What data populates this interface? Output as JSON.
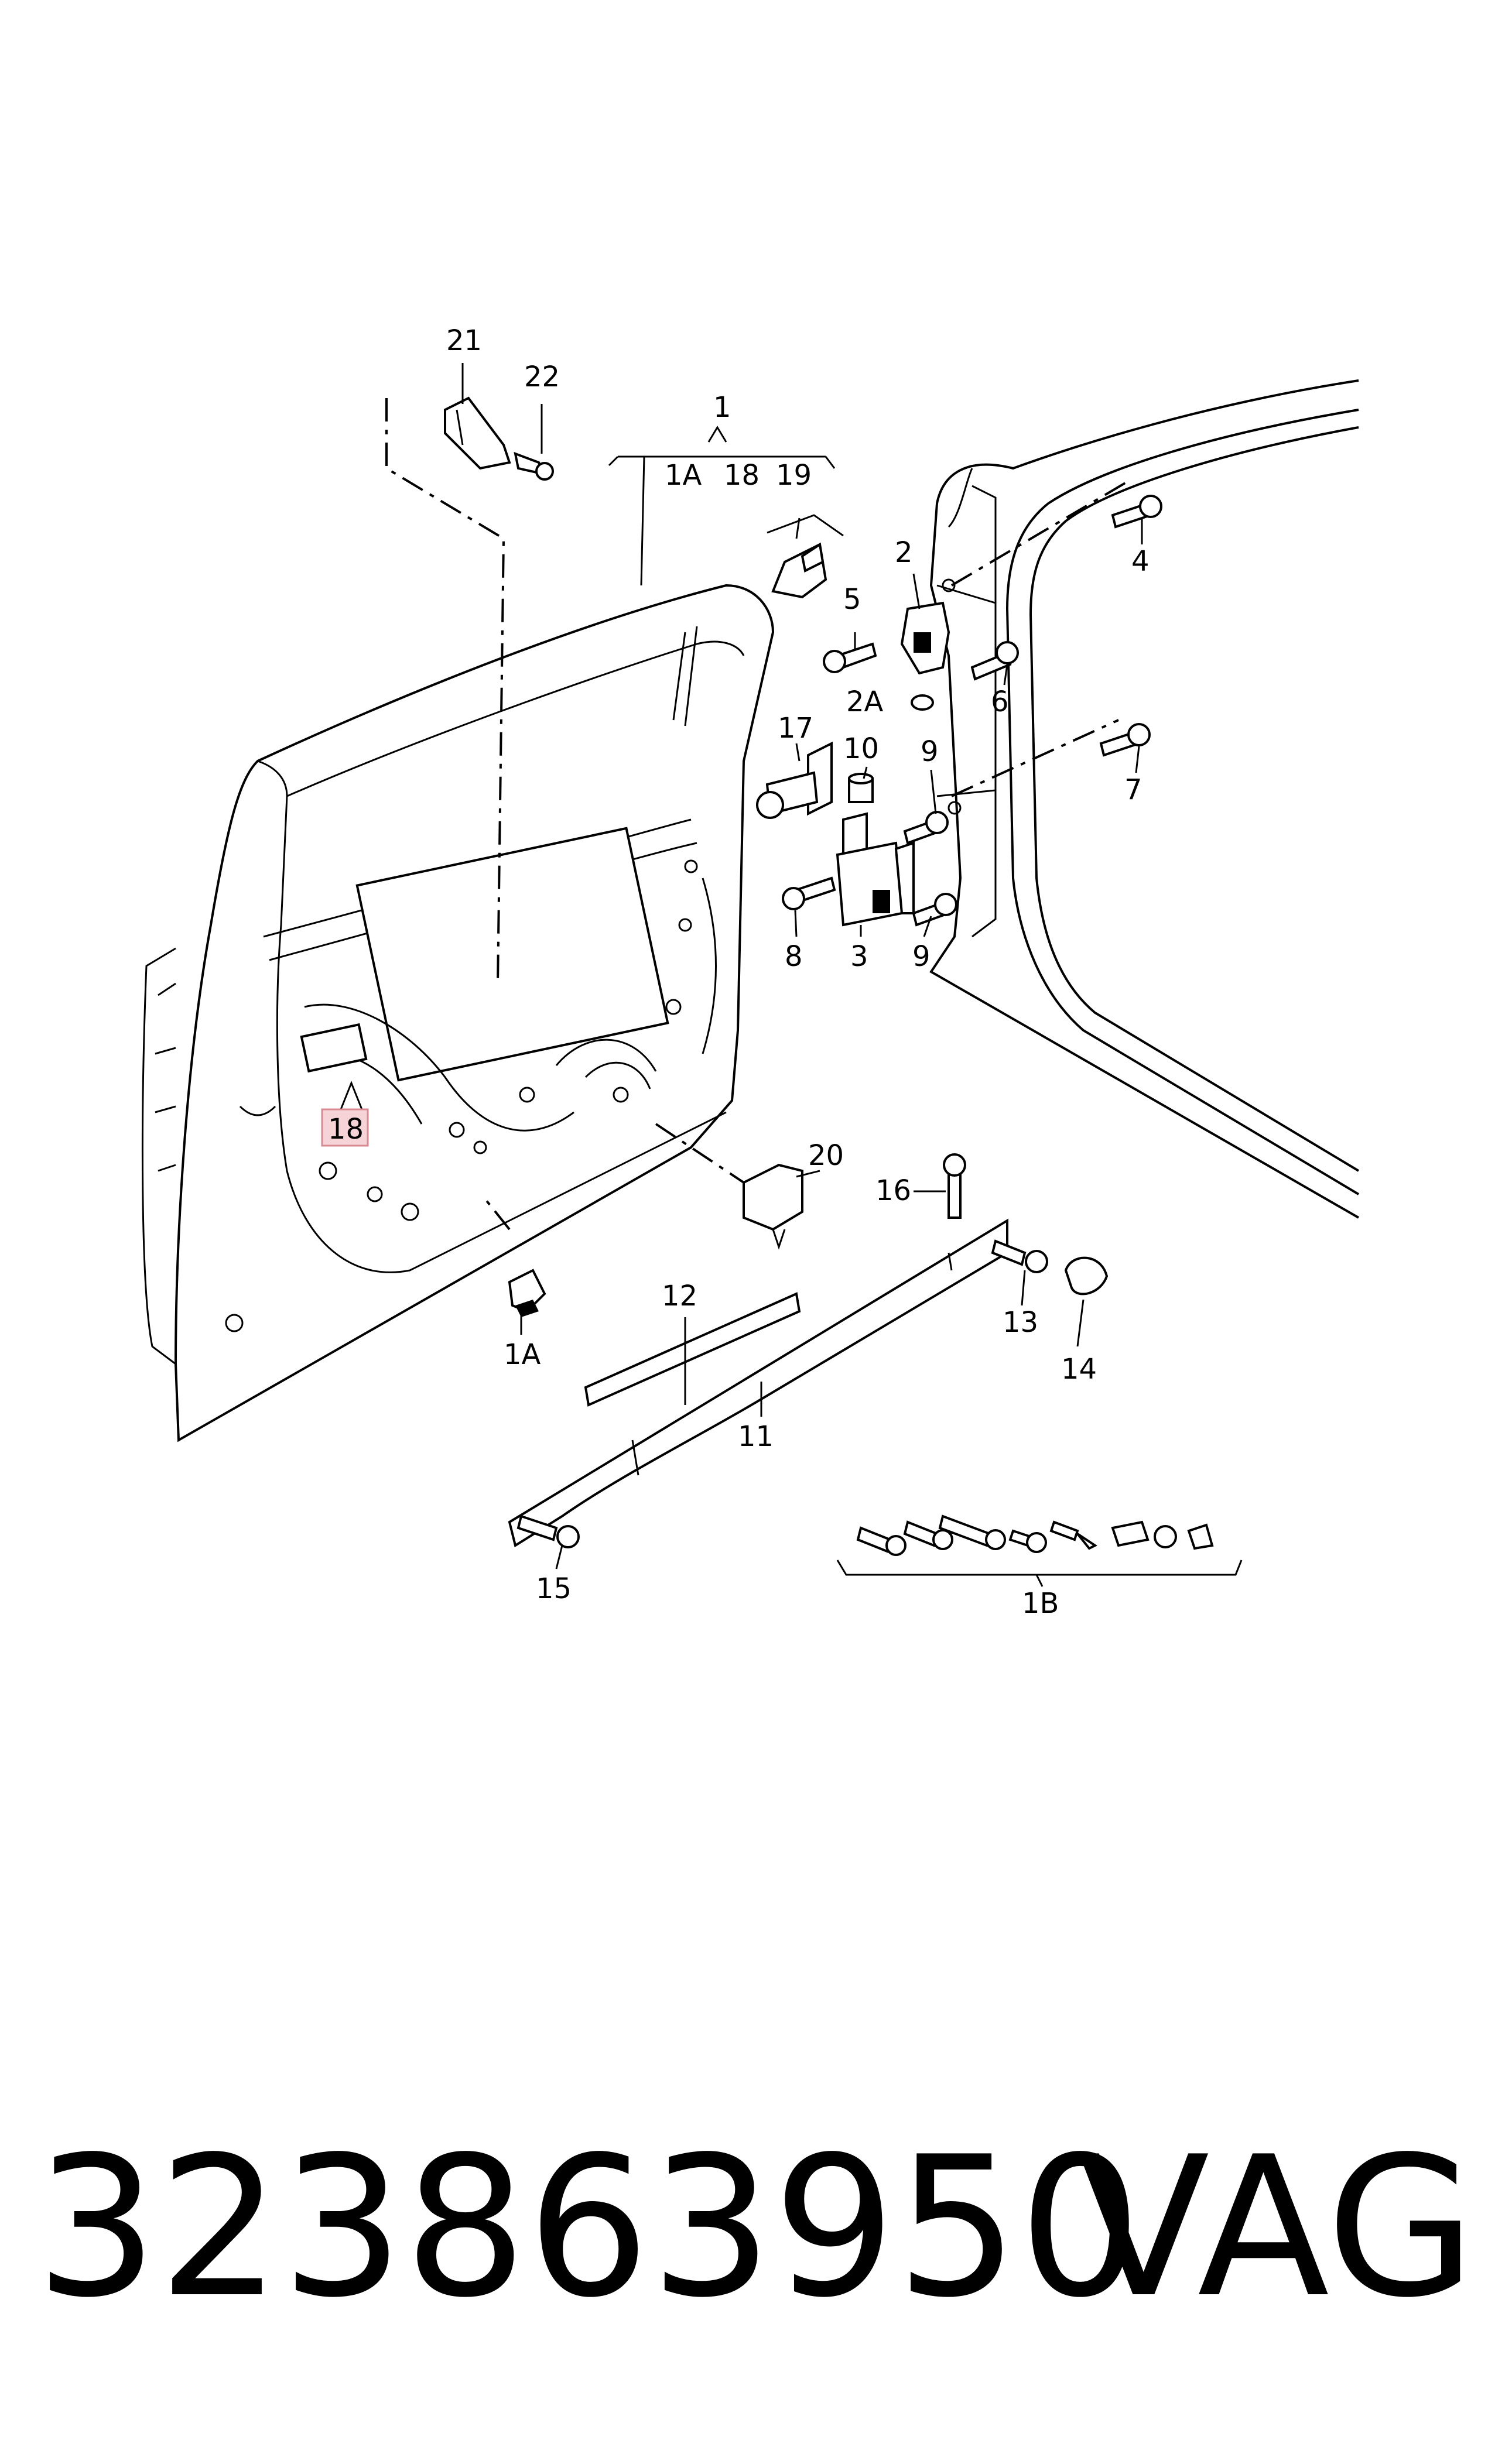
{
  "diagram": {
    "callouts": {
      "c1": "1",
      "c1a_top": "1A",
      "c18_top": "18",
      "c19": "19",
      "c2": "2",
      "c2a": "2A",
      "c3": "3",
      "c4": "4",
      "c5": "5",
      "c6": "6",
      "c7": "7",
      "c8": "8",
      "c9_upper": "9",
      "c9_lower": "9",
      "c10": "10",
      "c11": "11",
      "c12": "12",
      "c13": "13",
      "c14": "14",
      "c15": "15",
      "c16": "16",
      "c17": "17",
      "c18_box": "18",
      "c1a_bottom": "1A",
      "c20": "20",
      "c21": "21",
      "c22": "22",
      "c1b": "1B"
    },
    "highlight_color": "#f6d3d6",
    "highlight_border": "#d88a92"
  },
  "footer": {
    "part_number": "323863950",
    "brand": "VAG"
  }
}
